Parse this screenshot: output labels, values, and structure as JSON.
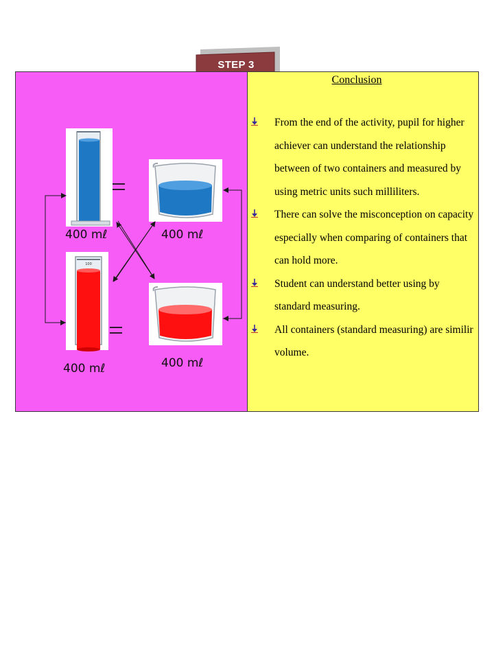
{
  "step": {
    "label": "STEP 3"
  },
  "diagram": {
    "volume_labels": [
      "400 mℓ",
      "400 mℓ",
      "400 mℓ",
      "400 mℓ"
    ],
    "cylinder_mark": "100"
  },
  "conclusion": {
    "title": "Conclusion",
    "points": [
      "From the end of the activity, pupil for higher achiever  can understand the relationship between of two containers and measured by using metric units such milliliters.",
      "There can solve the misconception on capacity especially when comparing of containers that can hold more.",
      "Student can understand better using by standard measuring.",
      " All containers (standard measuring) are similir volume."
    ]
  },
  "colors": {
    "left_panel": "#f75cf6",
    "right_panel": "#ffff66",
    "banner": "#8b3a3e",
    "blue_liquid": "#1f78c4",
    "red_liquid": "#ff1010",
    "bullet": "#3b2a9a"
  },
  "icons": {
    "bullet": "down-arrow-bullet-icon",
    "arrow": "arrowhead"
  }
}
